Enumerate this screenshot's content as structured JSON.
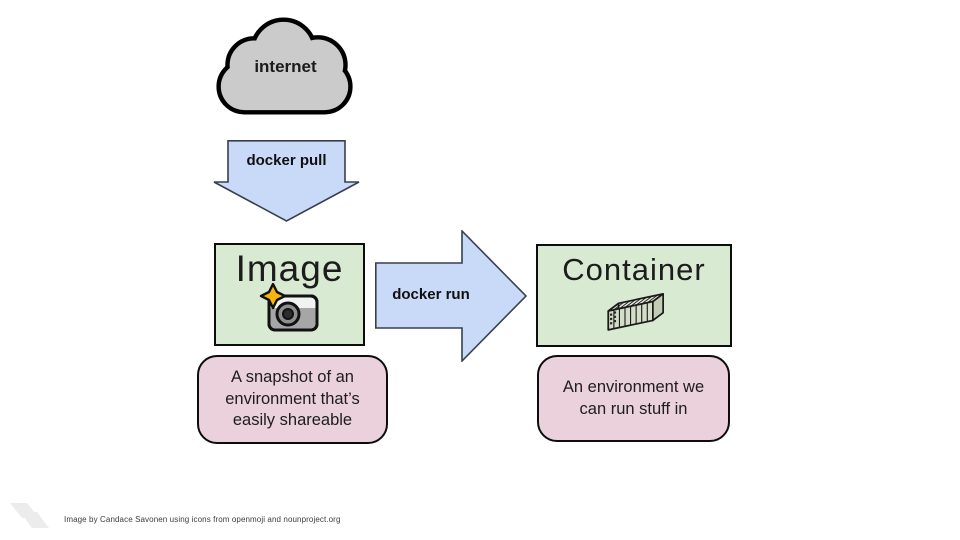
{
  "slide": {
    "cloud": {
      "label": "internet"
    },
    "pull_arrow": {
      "label": "docker pull"
    },
    "run_arrow": {
      "label": "docker run"
    },
    "image_node": {
      "title": "Image",
      "icon": "camera-with-flash",
      "note": "A snapshot of an environment that’s easily shareable"
    },
    "container_node": {
      "title": "Container",
      "icon": "shipping-container",
      "note": "An environment we can run stuff in"
    },
    "credit": "Image by Candace Savonen using icons from openmoji and nounproject.org",
    "colors": {
      "cloud_fill": "#cbcbcb",
      "arrow_fill": "#c9daf8",
      "arrow_outline": "#37404f",
      "node_fill": "#d9ead3",
      "note_fill": "#ead1dc",
      "outline": "#0d0d0d",
      "star_gold": "#f6b40e"
    }
  }
}
